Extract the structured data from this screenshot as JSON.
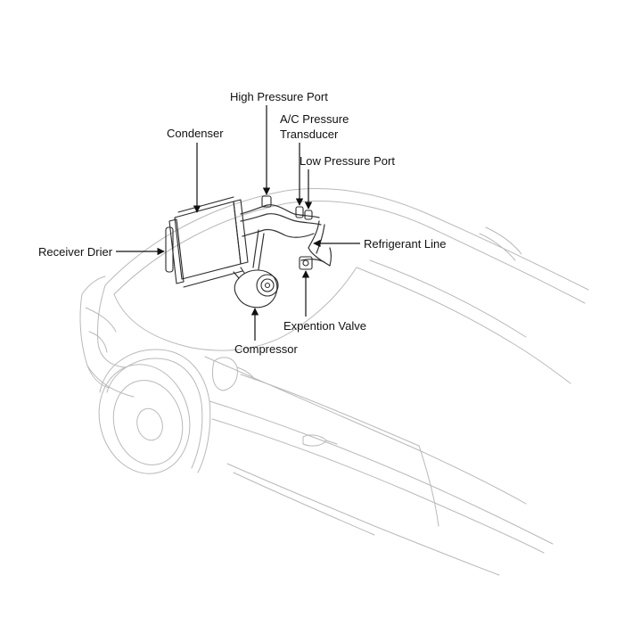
{
  "colors": {
    "car_outline": "#b9b9b9",
    "component_line": "#2a2a2a",
    "label_text": "#111111"
  },
  "labels": {
    "high_pressure_port": "High Pressure Port",
    "ac_pressure_transducer_line1": "A/C Pressure",
    "ac_pressure_transducer_line2": "Transducer",
    "condenser": "Condenser",
    "low_pressure_port": "Low Pressure Port",
    "receiver_drier": "Receiver Drier",
    "refrigerant_line": "Refrigerant Line",
    "expention_valve": "Expention Valve",
    "compressor": "Compressor"
  }
}
